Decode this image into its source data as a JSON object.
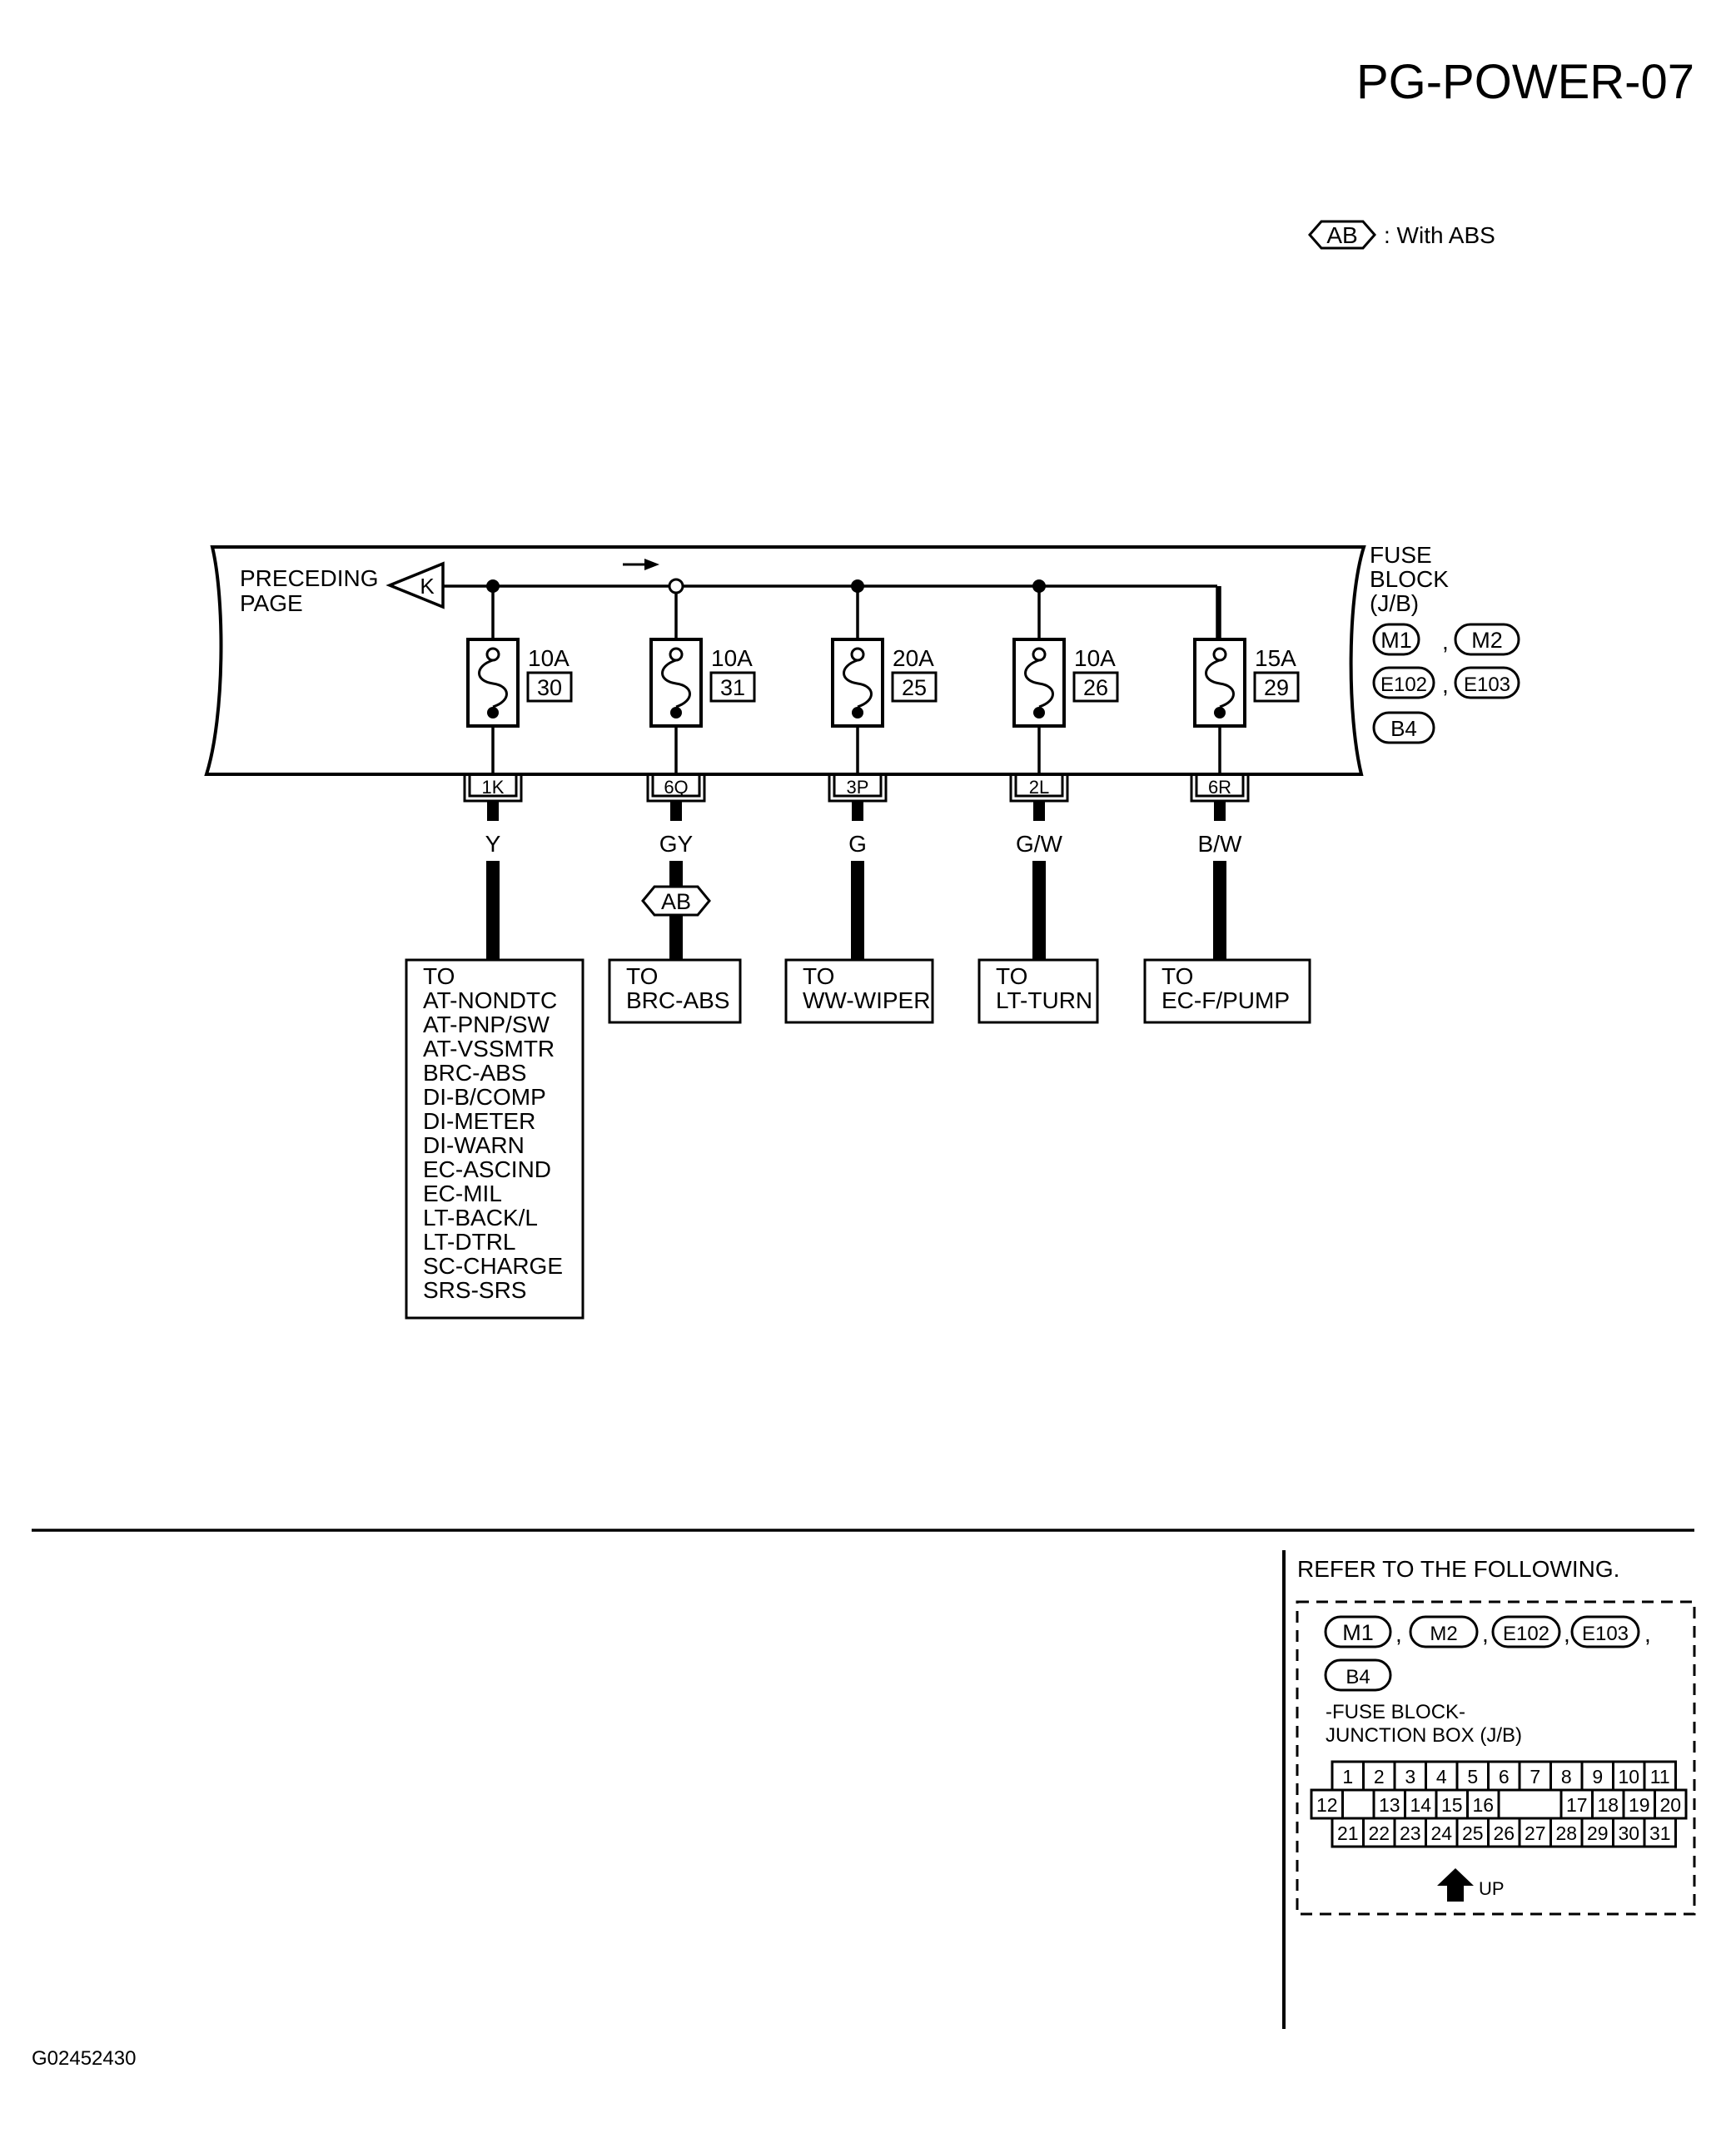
{
  "page_code": "PG-POWER-07",
  "legend": {
    "badge": "AB",
    "text": ": With ABS"
  },
  "preceding": {
    "line1": "PRECEDING",
    "line2": "PAGE",
    "marker": "K"
  },
  "fuse_block": {
    "title_lines": [
      "FUSE",
      "BLOCK",
      "(J/B)"
    ],
    "connectors": [
      "M1",
      "M2",
      "E102",
      "E103",
      "B4"
    ]
  },
  "fuses": [
    {
      "rating": "10A",
      "number": "30",
      "connector": "1K",
      "wire": "Y",
      "abs": false,
      "dest": [
        "TO",
        "AT-NONDTC",
        "AT-PNP/SW",
        "AT-VSSMTR",
        "BRC-ABS",
        "DI-B/COMP",
        "DI-METER",
        "DI-WARN",
        "EC-ASCIND",
        "EC-MIL",
        "LT-BACK/L",
        "LT-DTRL",
        "SC-CHARGE",
        "SRS-SRS"
      ]
    },
    {
      "rating": "10A",
      "number": "31",
      "connector": "6Q",
      "wire": "GY",
      "abs": true,
      "dest": [
        "TO",
        "BRC-ABS"
      ]
    },
    {
      "rating": "20A",
      "number": "25",
      "connector": "3P",
      "wire": "G",
      "abs": false,
      "dest": [
        "TO",
        "WW-WIPER"
      ]
    },
    {
      "rating": "10A",
      "number": "26",
      "connector": "2L",
      "wire": "G/W",
      "abs": false,
      "dest": [
        "TO",
        "LT-TURN"
      ]
    },
    {
      "rating": "15A",
      "number": "29",
      "connector": "6R",
      "wire": "B/W",
      "abs": false,
      "dest": [
        "TO",
        "EC-F/PUMP"
      ]
    }
  ],
  "refer": {
    "title": "REFER TO THE FOLLOWING.",
    "connectors": [
      "M1",
      "M2",
      "E102",
      "E103",
      "B4"
    ],
    "desc_line1": "-FUSE BLOCK-",
    "desc_line2": "JUNCTION BOX (J/B)",
    "pin_rows": [
      [
        "1",
        "2",
        "3",
        "4",
        "5",
        "6",
        "7",
        "8",
        "9",
        "10",
        "11"
      ],
      [
        "12",
        "",
        "13",
        "14",
        "15",
        "16",
        "",
        "",
        "17",
        "18",
        "19",
        "20"
      ],
      [
        "21",
        "22",
        "23",
        "24",
        "25",
        "26",
        "27",
        "28",
        "29",
        "30",
        "31"
      ]
    ],
    "up_label": "UP"
  },
  "figure_id": "G02452430"
}
